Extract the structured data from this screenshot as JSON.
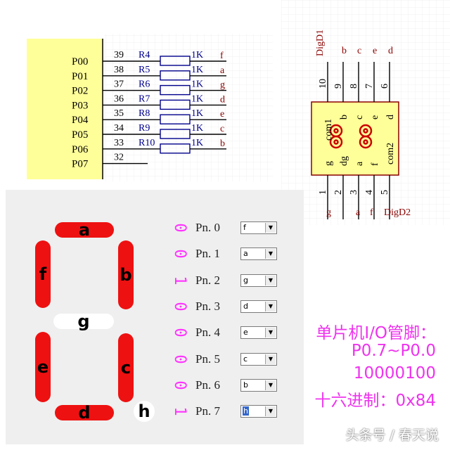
{
  "mcu": {
    "ports": [
      "P00",
      "P01",
      "P02",
      "P03",
      "P04",
      "P05",
      "P06",
      "P07"
    ],
    "pins": [
      "39",
      "38",
      "37",
      "36",
      "35",
      "34",
      "33",
      "32"
    ],
    "resistors": [
      "R4",
      "R5",
      "R6",
      "R7",
      "R8",
      "R9",
      "R10"
    ],
    "values": [
      "1K",
      "1K",
      "1K",
      "1K",
      "1K",
      "1K",
      "1K"
    ],
    "segs": [
      "f",
      "a",
      "g",
      "d",
      "e",
      "c",
      "b"
    ]
  },
  "display": {
    "ref": "DigD1",
    "ref2": "DigD2",
    "top_seg_labels": [
      "b",
      "c",
      "e",
      "d"
    ],
    "top_pins": [
      "10",
      "9",
      "8",
      "7",
      "6"
    ],
    "inner_top": [
      "com1",
      "b",
      "c",
      "e",
      "d"
    ],
    "inner_bottom": [
      "g",
      "dg",
      "a",
      "f",
      "com2"
    ],
    "bottom_pins": [
      "1",
      "2",
      "3",
      "4",
      "5"
    ],
    "bottom_labels": [
      "g",
      "a",
      "f"
    ]
  },
  "sim": {
    "segments": {
      "a": {
        "label": "a",
        "on": true
      },
      "b": {
        "label": "b",
        "on": true
      },
      "c": {
        "label": "c",
        "on": true
      },
      "d": {
        "label": "d",
        "on": true
      },
      "e": {
        "label": "e",
        "on": true
      },
      "f": {
        "label": "f",
        "on": true
      },
      "g": {
        "label": "g",
        "on": false
      },
      "h": {
        "label": "h",
        "on": false
      }
    },
    "rows": [
      {
        "bit": "0",
        "pin": "Pn. 0",
        "sel": "f"
      },
      {
        "bit": "0",
        "pin": "Pn. 1",
        "sel": "a"
      },
      {
        "bit": "1",
        "pin": "Pn. 2",
        "sel": "g"
      },
      {
        "bit": "0",
        "pin": "Pn. 3",
        "sel": "d"
      },
      {
        "bit": "0",
        "pin": "Pn. 4",
        "sel": "e"
      },
      {
        "bit": "0",
        "pin": "Pn. 5",
        "sel": "c"
      },
      {
        "bit": "0",
        "pin": "Pn. 6",
        "sel": "b"
      },
      {
        "bit": "1",
        "pin": "Pn. 7",
        "sel": "h"
      }
    ],
    "arrow": "▼"
  },
  "notes": {
    "line1": "单片机I/O管脚：",
    "line2": "P0.7~P0.0",
    "line3": "10000100",
    "line4": "十六进制：0x84"
  },
  "watermark": "头条号 / 春天说"
}
